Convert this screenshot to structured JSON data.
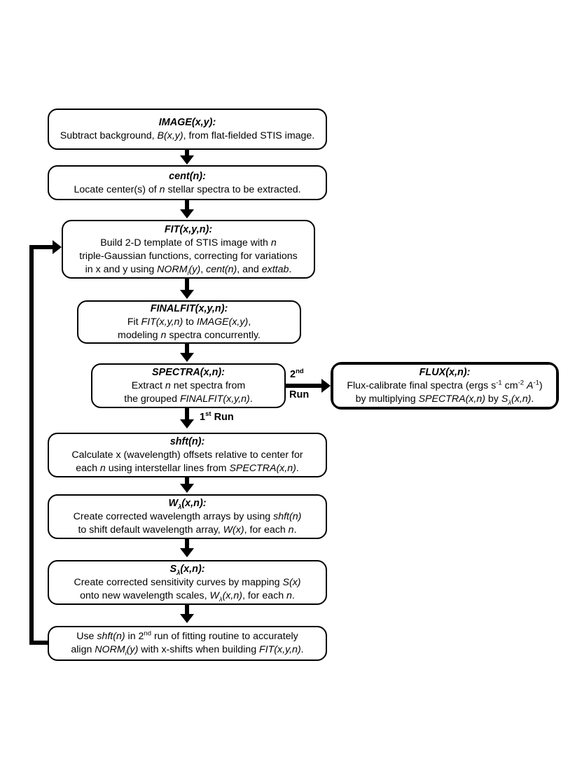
{
  "diagram": {
    "title": "STIS spectral extraction pipeline flowchart",
    "type": "flowchart",
    "accent_color": "#000000",
    "background_color": "#ffffff"
  },
  "nodes": {
    "image": {
      "header": "IMAGE(x,y):",
      "lines": [
        "Subtract background, B(x,y), from flat-fielded STIS image."
      ]
    },
    "cent": {
      "header": "cent(n):",
      "lines": [
        "Locate center(s) of n stellar spectra to be extracted."
      ]
    },
    "fit": {
      "header": "FIT(x,y,n):",
      "lines": [
        "Build 2-D template of STIS image with n",
        "triple-Gaussian functions, correcting for variations",
        "in x and y using NORMi(y), cent(n), and exttab."
      ]
    },
    "finalfit": {
      "header": "FINALFIT(x,y,n):",
      "lines": [
        "Fit FIT(x,y,n) to IMAGE(x,y),",
        "modeling n spectra concurrently."
      ]
    },
    "spectra": {
      "header": "SPECTRA(x,n):",
      "lines": [
        "Extract n net spectra from",
        "the grouped FINALFIT(x,y,n)."
      ]
    },
    "flux": {
      "header": "FLUX(x,n):",
      "lines": [
        "Flux-calibrate final spectra (ergs s-1 cm-2 A-1)",
        "by multiplying SPECTRA(x,n) by Sλ(x,n)."
      ]
    },
    "shft": {
      "header": "shft(n):",
      "lines": [
        "Calculate x (wavelength) offsets relative to center for",
        "each n using interstellar lines from SPECTRA(x,n)."
      ]
    },
    "wlam": {
      "header": "Wλ(x,n):",
      "lines": [
        "Create corrected wavelength arrays by using shft(n)",
        "to shift default wavelength array, W(x), for each n."
      ]
    },
    "slam": {
      "header": "Sλ(x,n):",
      "lines": [
        "Create corrected sensitivity curves by mapping S(x)",
        "onto new wavelength scales, Wλ(x,n), for each n."
      ]
    },
    "secondrun": {
      "header": "",
      "lines": [
        "Use shft(n) in 2nd run of fitting routine to accurately",
        "align NORMi(y) with x-shifts when building FIT(x,y,n)."
      ]
    }
  },
  "edge_labels": {
    "second_run_ordinal": "2",
    "second_run_suffix": "nd",
    "second_run_word": "Run",
    "first_run_ordinal": "1",
    "first_run_suffix": "st",
    "first_run_word": "Run"
  },
  "flow": {
    "sequence": [
      "image",
      "cent",
      "fit",
      "finalfit",
      "spectra",
      "shft",
      "wlam",
      "slam",
      "secondrun"
    ],
    "branch": {
      "from": "spectra",
      "to": "flux",
      "label": "2nd Run"
    },
    "feedback": {
      "from": "secondrun",
      "to": "fit"
    }
  }
}
